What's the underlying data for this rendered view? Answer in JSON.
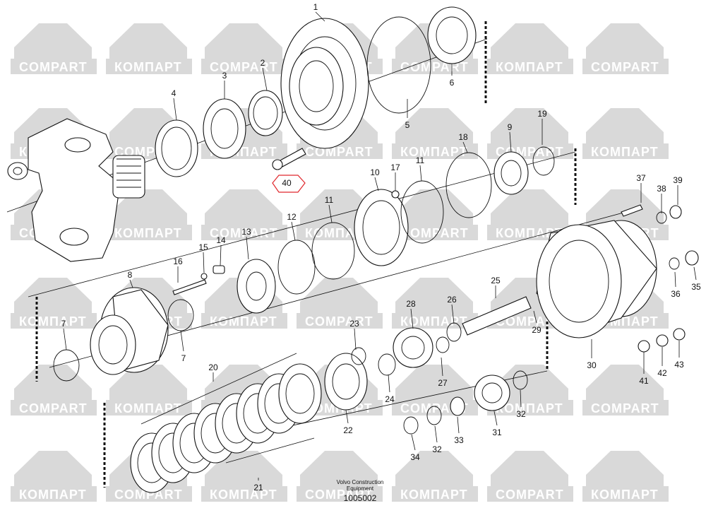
{
  "diagram": {
    "watermark": {
      "text_latin": "COMPART",
      "text_cyrillic": "КОМПАРТ",
      "color": "#d9d9d9"
    },
    "highlight_color": "#e0282d",
    "highlighted_part": "40",
    "caption": {
      "line1": "Volvo Construction",
      "line2": "Equipment",
      "code": "1005002"
    },
    "labels": [
      "1",
      "2",
      "3",
      "4",
      "5",
      "6",
      "7",
      "7",
      "8",
      "9",
      "10",
      "11",
      "11",
      "12",
      "13",
      "14",
      "15",
      "16",
      "17",
      "18",
      "19",
      "20",
      "21",
      "22",
      "23",
      "24",
      "25",
      "26",
      "27",
      "28",
      "29",
      "30",
      "31",
      "32",
      "32",
      "33",
      "34",
      "35",
      "36",
      "37",
      "38",
      "39",
      "40",
      "41",
      "42",
      "43"
    ]
  }
}
